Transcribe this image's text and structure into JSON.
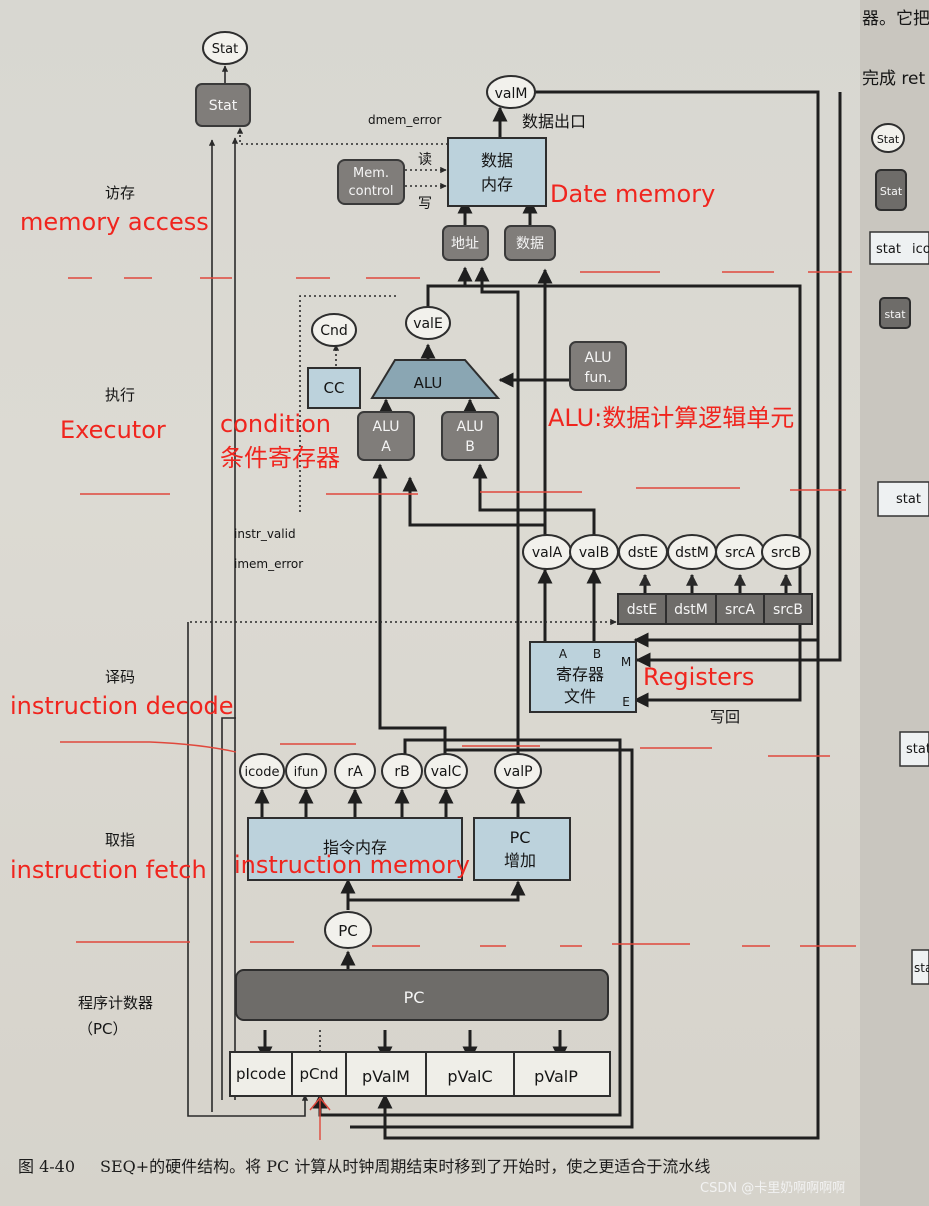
{
  "stages": {
    "memory": "访存",
    "execute": "执行",
    "decode": "译码",
    "fetch": "取指",
    "pc_stage_line1": "程序计数器",
    "pc_stage_line2": "（PC）"
  },
  "annotations": {
    "memory_access": "memory access",
    "date_memory": "Date memory",
    "executor": "Executor",
    "condition": "condition",
    "condition_cn": "条件寄存器",
    "alu_desc": "ALU:数据计算逻辑单元",
    "registers": "Registers",
    "instruction_decode": "instruction decode",
    "instruction_fetch": "instruction fetch",
    "instruction_memory": "instruction memory"
  },
  "blocks": {
    "stat_top": "Stat",
    "stat_box": "Stat",
    "valM": "valM",
    "data_out": "数据出口",
    "dmem_error": "dmem_error",
    "mem_control_1": "Mem.",
    "mem_control_2": "control",
    "read": "读",
    "write": "写",
    "data_mem_1": "数据",
    "data_mem_2": "内存",
    "addr": "地址",
    "data": "数据",
    "cnd": "Cnd",
    "valE": "valE",
    "cc": "CC",
    "alu": "ALU",
    "alu_fun_1": "ALU",
    "alu_fun_2": "fun.",
    "alu_a_1": "ALU",
    "alu_a_2": "A",
    "alu_b_1": "ALU",
    "alu_b_2": "B",
    "instr_valid": "instr_valid",
    "imem_error": "imem_error",
    "reg_outputs": [
      "valA",
      "valB",
      "dstE",
      "dstM",
      "srcA",
      "srcB"
    ],
    "reg_inputs": [
      "dstE",
      "dstM",
      "srcA",
      "srcB"
    ],
    "reg_A": "A",
    "reg_B": "B",
    "reg_M": "M",
    "reg_E": "E",
    "reg_file_1": "寄存器",
    "reg_file_2": "文件",
    "write_back": "写回",
    "fetch_outputs": [
      "icode",
      "ifun",
      "rA",
      "rB",
      "valC"
    ],
    "valP": "valP",
    "instr_mem": "指令内存",
    "pc_inc_1": "PC",
    "pc_inc_2": "增加",
    "pc_oval": "PC",
    "pc_box": "PC",
    "pc_inputs": [
      "pIcode",
      "pCnd",
      "pValM",
      "pValC",
      "pValP"
    ]
  },
  "caption": {
    "figure_no": "图 4-40",
    "text": "SEQ+的硬件结构。将 PC 计算从时钟周期结束时移到了开始时，使之更适合于流水线",
    "watermark": "CSDN @卡里奶啊啊啊啊"
  },
  "margin_text": {
    "top_right": "器。它把访存阶段",
    "right_frag": "完成 ret",
    "stat_labels": [
      "Stat",
      "Stat",
      "stat",
      "stat",
      "stat",
      "stat",
      "stat"
    ],
    "icode": "icode"
  },
  "colors": {
    "annotation_red": "#f0251e",
    "block_gray": "#807d7a",
    "block_blue": "#bcd2dc"
  }
}
